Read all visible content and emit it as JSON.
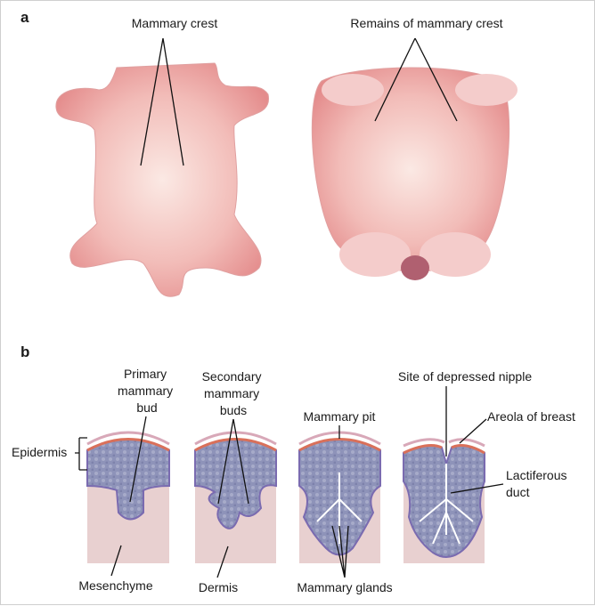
{
  "panels": {
    "a": "a",
    "b": "b"
  },
  "panel_a": {
    "label_left": "Mammary crest",
    "label_right": "Remains of mammary crest"
  },
  "panel_b": {
    "primary_bud": [
      "Primary",
      "mammary",
      "bud"
    ],
    "secondary_buds": [
      "Secondary",
      "mammary",
      "buds"
    ],
    "mammary_pit": "Mammary pit",
    "depressed_nipple": "Site of depressed nipple",
    "areola": "Areola of breast",
    "lactiferous": [
      "Lactiferous",
      "duct"
    ],
    "epidermis": "Epidermis",
    "mesenchyme": "Mesenchyme",
    "dermis": "Dermis",
    "mammary_glands": "Mammary glands"
  },
  "colors": {
    "skin": "#f0b8b8",
    "dermis": "#e8d0d0",
    "epidermis": "#8a8fb8",
    "surface": "#d9705a"
  }
}
